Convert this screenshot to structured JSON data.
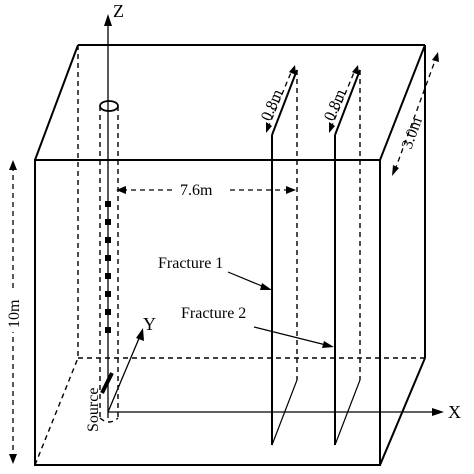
{
  "axes": {
    "z": "Z",
    "x": "X",
    "y": "Y"
  },
  "labels": {
    "spacing": "7.6m",
    "fracture1_width": "0.8m",
    "fracture2_width": "0.8m",
    "depth_dim": "3.0m",
    "height_dim": "10m",
    "fracture1": "Fracture 1",
    "fracture2": "Fracture 2",
    "source": "Source"
  },
  "receivers": {
    "count": 8
  }
}
